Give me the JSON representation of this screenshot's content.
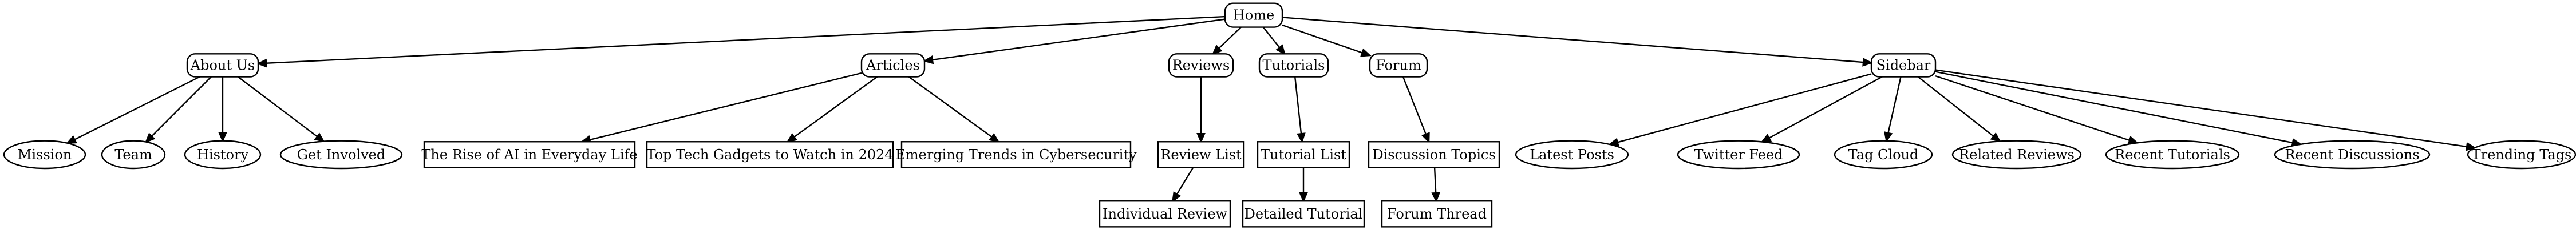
{
  "diagram": {
    "nodes": [
      {
        "id": "home",
        "label": "Home",
        "shape": "rounded"
      },
      {
        "id": "about",
        "label": "About Us",
        "shape": "rounded"
      },
      {
        "id": "articles",
        "label": "Articles",
        "shape": "rounded"
      },
      {
        "id": "reviews",
        "label": "Reviews",
        "shape": "rounded"
      },
      {
        "id": "tutorials",
        "label": "Tutorials",
        "shape": "rounded"
      },
      {
        "id": "forum",
        "label": "Forum",
        "shape": "rounded"
      },
      {
        "id": "sidebar",
        "label": "Sidebar",
        "shape": "rounded"
      },
      {
        "id": "mission",
        "label": "Mission",
        "shape": "ellipse"
      },
      {
        "id": "team",
        "label": "Team",
        "shape": "ellipse"
      },
      {
        "id": "history",
        "label": "History",
        "shape": "ellipse"
      },
      {
        "id": "involved",
        "label": "Get Involved",
        "shape": "ellipse"
      },
      {
        "id": "ai",
        "label": "The Rise of AI in Everyday Life",
        "shape": "box"
      },
      {
        "id": "gadgets",
        "label": "Top Tech Gadgets to Watch in 2024",
        "shape": "box"
      },
      {
        "id": "cyber",
        "label": "Emerging Trends in Cybersecurity",
        "shape": "box"
      },
      {
        "id": "reviewlist",
        "label": "Review List",
        "shape": "box"
      },
      {
        "id": "tutoriallist",
        "label": "Tutorial List",
        "shape": "box"
      },
      {
        "id": "topics",
        "label": "Discussion Topics",
        "shape": "box"
      },
      {
        "id": "latest",
        "label": "Latest Posts",
        "shape": "ellipse"
      },
      {
        "id": "twitter",
        "label": "Twitter Feed",
        "shape": "ellipse"
      },
      {
        "id": "tagcloud",
        "label": "Tag Cloud",
        "shape": "ellipse"
      },
      {
        "id": "related",
        "label": "Related Reviews",
        "shape": "ellipse"
      },
      {
        "id": "recenttut",
        "label": "Recent Tutorials",
        "shape": "ellipse"
      },
      {
        "id": "recentdisc",
        "label": "Recent Discussions",
        "shape": "ellipse"
      },
      {
        "id": "trending",
        "label": "Trending Tags",
        "shape": "ellipse"
      },
      {
        "id": "indreview",
        "label": "Individual Review",
        "shape": "box"
      },
      {
        "id": "dettutorial",
        "label": "Detailed Tutorial",
        "shape": "box"
      },
      {
        "id": "thread",
        "label": "Forum Thread",
        "shape": "box"
      }
    ],
    "edges": [
      {
        "from": "home",
        "to": "about"
      },
      {
        "from": "home",
        "to": "articles"
      },
      {
        "from": "home",
        "to": "reviews"
      },
      {
        "from": "home",
        "to": "tutorials"
      },
      {
        "from": "home",
        "to": "forum"
      },
      {
        "from": "home",
        "to": "sidebar"
      },
      {
        "from": "about",
        "to": "mission"
      },
      {
        "from": "about",
        "to": "team"
      },
      {
        "from": "about",
        "to": "history"
      },
      {
        "from": "about",
        "to": "involved"
      },
      {
        "from": "articles",
        "to": "ai"
      },
      {
        "from": "articles",
        "to": "gadgets"
      },
      {
        "from": "articles",
        "to": "cyber"
      },
      {
        "from": "reviews",
        "to": "reviewlist"
      },
      {
        "from": "tutorials",
        "to": "tutoriallist"
      },
      {
        "from": "forum",
        "to": "topics"
      },
      {
        "from": "sidebar",
        "to": "latest"
      },
      {
        "from": "sidebar",
        "to": "twitter"
      },
      {
        "from": "sidebar",
        "to": "tagcloud"
      },
      {
        "from": "sidebar",
        "to": "related"
      },
      {
        "from": "sidebar",
        "to": "recenttut"
      },
      {
        "from": "sidebar",
        "to": "recentdisc"
      },
      {
        "from": "sidebar",
        "to": "trending"
      },
      {
        "from": "reviewlist",
        "to": "indreview"
      },
      {
        "from": "tutoriallist",
        "to": "dettutorial"
      },
      {
        "from": "topics",
        "to": "thread"
      }
    ]
  }
}
